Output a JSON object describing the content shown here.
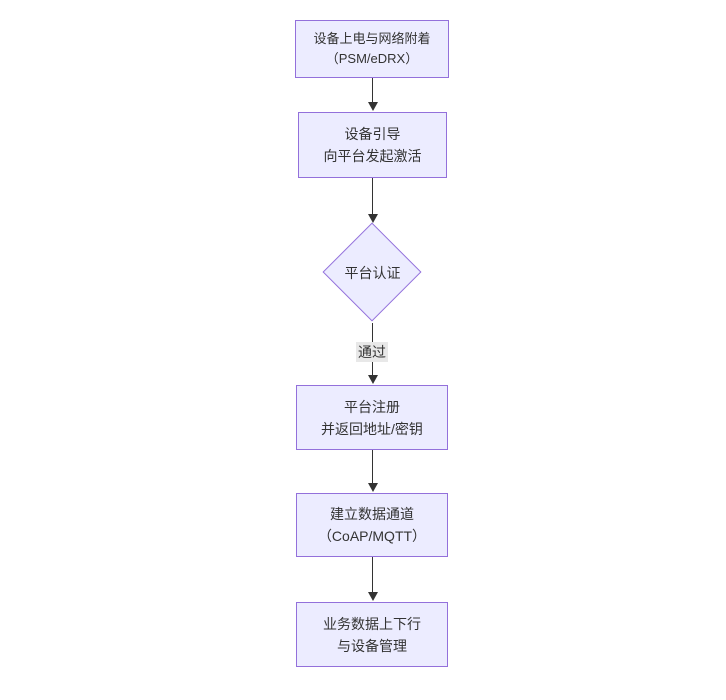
{
  "flowchart": {
    "colors": {
      "node_fill": "#ECECFF",
      "node_border": "#9370DB",
      "edge_line": "#333333",
      "edge_label_bg": "#e8e8e8",
      "text": "#333333",
      "background": "#ffffff"
    },
    "nodes": [
      {
        "id": "power-attach",
        "type": "rect",
        "line1": "设备上电与网络附着",
        "line2": "（PSM/eDRX）"
      },
      {
        "id": "bootstrap",
        "type": "rect",
        "line1": "设备引导",
        "line2": "向平台发起激活"
      },
      {
        "id": "auth",
        "type": "diamond",
        "line1": "平台认证",
        "line2": ""
      },
      {
        "id": "register",
        "type": "rect",
        "line1": "平台注册",
        "line2": "并返回地址/密钥"
      },
      {
        "id": "channel",
        "type": "rect",
        "line1": "建立数据通道",
        "line2": "（CoAP/MQTT）"
      },
      {
        "id": "business",
        "type": "rect",
        "line1": "业务数据上下行",
        "line2": "与设备管理"
      }
    ],
    "edges": [
      {
        "from": "power-attach",
        "to": "bootstrap",
        "label": ""
      },
      {
        "from": "bootstrap",
        "to": "auth",
        "label": ""
      },
      {
        "from": "auth",
        "to": "register",
        "label": "通过"
      },
      {
        "from": "register",
        "to": "channel",
        "label": ""
      },
      {
        "from": "channel",
        "to": "business",
        "label": ""
      }
    ]
  }
}
